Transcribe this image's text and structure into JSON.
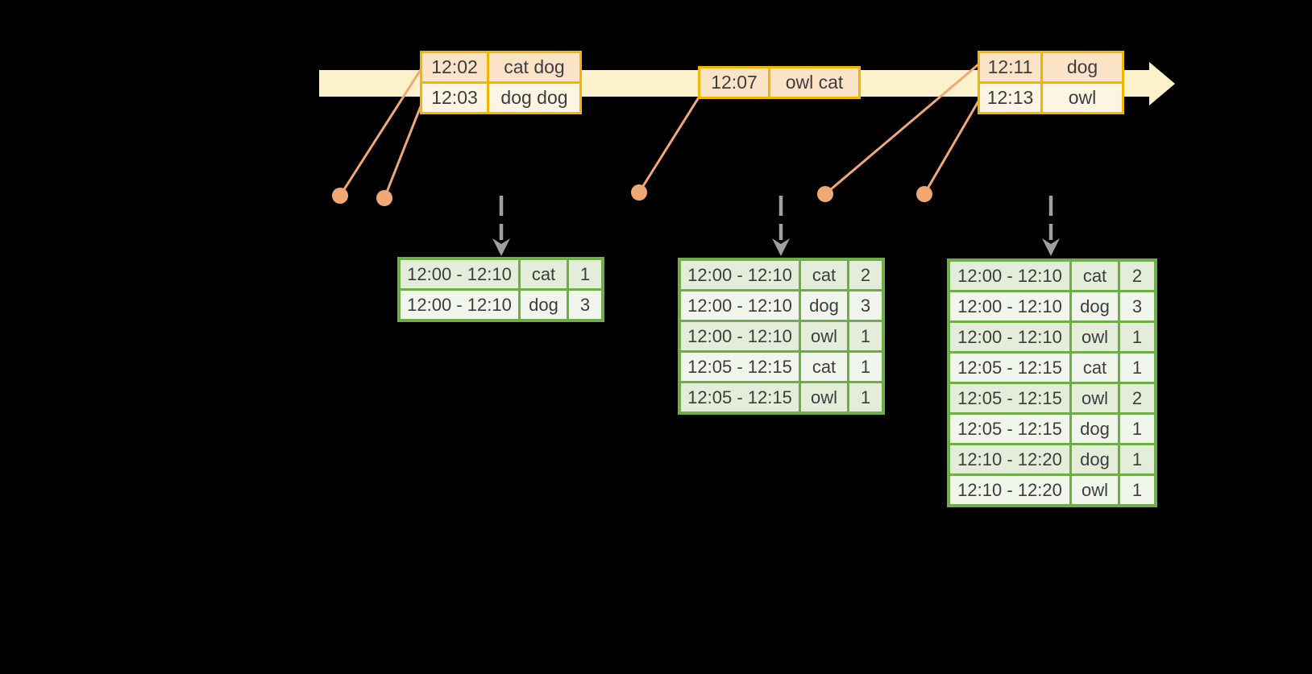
{
  "colors": {
    "background": "#000000",
    "timeline_fill": "#fcf1cb",
    "event_table_border": "#f2b600",
    "event_row_odd_fill": "#fbe3c8",
    "event_row_even_fill": "#fdf4e3",
    "event_marker_orange": "#f0a874",
    "trigger_arrow_gray": "#a0a0a0",
    "result_table_border": "#6fad47",
    "result_row_odd_fill": "#e3edd9",
    "result_row_even_fill": "#f1f6ed",
    "text": "#3d3d3d"
  },
  "icons": {
    "timeline_arrow": "right-arrow-band",
    "event_marker": "filled-circle",
    "trigger_arrow": "dashed-down-arrow"
  },
  "event_tables": [
    {
      "name": "events-batch-1",
      "rows": [
        [
          "12:02",
          "cat dog"
        ],
        [
          "12:03",
          "dog dog"
        ]
      ]
    },
    {
      "name": "events-batch-2",
      "rows": [
        [
          "12:07",
          "owl cat"
        ]
      ]
    },
    {
      "name": "events-batch-3",
      "rows": [
        [
          "12:11",
          "dog"
        ],
        [
          "12:13",
          "owl"
        ]
      ]
    }
  ],
  "result_tables": [
    {
      "name": "result-table-1",
      "rows": [
        [
          "12:00 - 12:10",
          "cat",
          "1"
        ],
        [
          "12:00 - 12:10",
          "dog",
          "3"
        ]
      ]
    },
    {
      "name": "result-table-2",
      "rows": [
        [
          "12:00 - 12:10",
          "cat",
          "2"
        ],
        [
          "12:00 - 12:10",
          "dog",
          "3"
        ],
        [
          "12:00 - 12:10",
          "owl",
          "1"
        ],
        [
          "12:05 - 12:15",
          "cat",
          "1"
        ],
        [
          "12:05 - 12:15",
          "owl",
          "1"
        ]
      ]
    },
    {
      "name": "result-table-3",
      "rows": [
        [
          "12:00 - 12:10",
          "cat",
          "2"
        ],
        [
          "12:00 - 12:10",
          "dog",
          "3"
        ],
        [
          "12:00 - 12:10",
          "owl",
          "1"
        ],
        [
          "12:05 - 12:15",
          "cat",
          "1"
        ],
        [
          "12:05 - 12:15",
          "owl",
          "2"
        ],
        [
          "12:05 - 12:15",
          "dog",
          "1"
        ],
        [
          "12:10 - 12:20",
          "dog",
          "1"
        ],
        [
          "12:10 - 12:20",
          "owl",
          "1"
        ]
      ]
    }
  ]
}
